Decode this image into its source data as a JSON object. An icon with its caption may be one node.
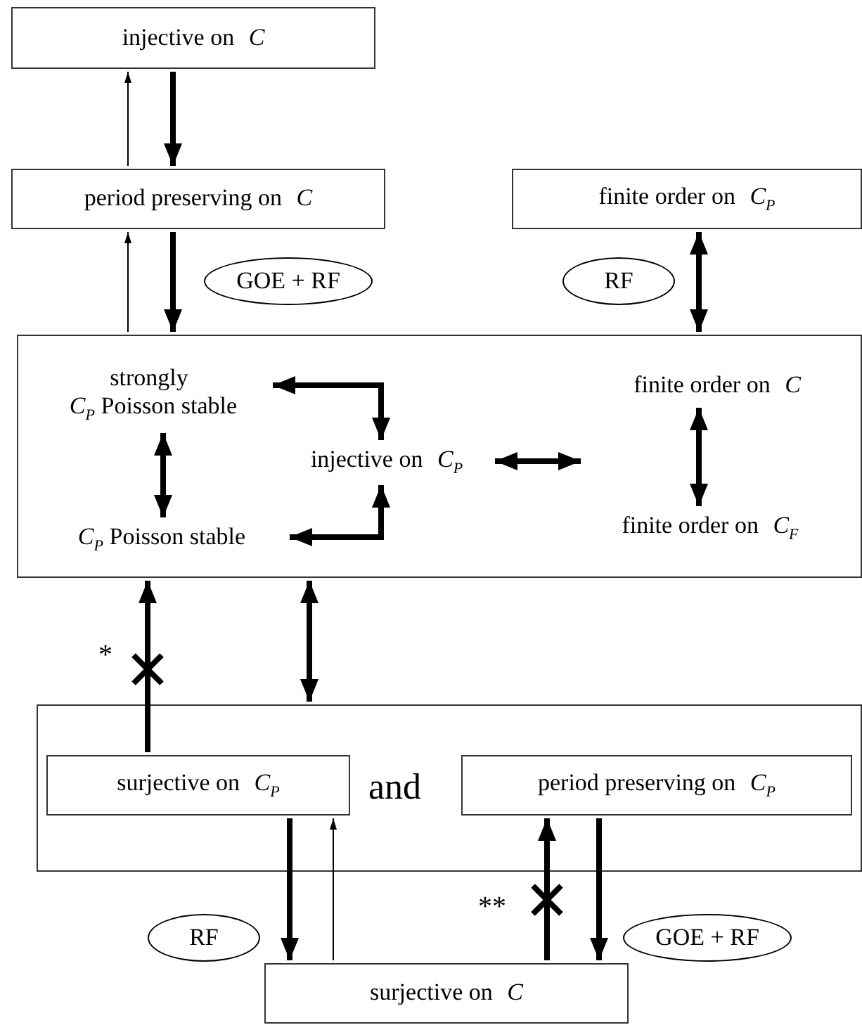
{
  "diagram": {
    "nodes": [
      {
        "text": [
          "injective on *C*"
        ]
      },
      {
        "text": [
          "period preserving on *C*"
        ]
      },
      {
        "text": [
          "finite order on *C*$_{P}$"
        ]
      },
      {
        "text": [],
        "shape": "box"
      },
      {
        "text": [
          "strongly",
          "*C*$_{P}$ Poisson stable"
        ],
        "in": 3
      },
      {
        "text": [
          "*C*$_{P}$ Poisson stable"
        ],
        "in": 3
      },
      {
        "text": [
          "injective on *C*$_{P}$"
        ],
        "in": 3
      },
      {
        "text": [
          "finite order on *C*"
        ],
        "in": 3
      },
      {
        "text": [
          "finite order on *C*$_{F}$"
        ],
        "in": 3
      },
      {
        "text": [],
        "shape": "box"
      },
      {
        "text": [
          "surjective on *C*$_{P}$"
        ],
        "in": 9
      },
      {
        "text": [
          "period preserving on *C*$_{P}$"
        ],
        "in": 9
      },
      {
        "text": [
          "surjective on *C*"
        ]
      }
    ],
    "edges": [
      {
        "from": 1,
        "to": 0,
        "arrow": "to"
      },
      {
        "from": 0,
        "to": 1,
        "arrow": "to"
      },
      {
        "from": 3,
        "to": 1,
        "arrow": "to"
      },
      {
        "from": 1,
        "to": 3,
        "arrow": "to",
        "label": "GOE + RF"
      },
      {
        "from": 2,
        "to": 3,
        "arrow": "both",
        "label": "RF"
      },
      {
        "from": 4,
        "to": 6,
        "arrow": "both"
      },
      {
        "from": 4,
        "to": 5,
        "arrow": "both"
      },
      {
        "from": 5,
        "to": 6,
        "arrow": "both"
      },
      {
        "from": 6,
        "to": 8,
        "arrow": "both"
      },
      {
        "from": 7,
        "to": 8,
        "arrow": "both"
      },
      {
        "from": 10,
        "to": 3,
        "arrow": "to",
        "label": "*"
      },
      {
        "from": 9,
        "to": 3,
        "arrow": "both"
      },
      {
        "from": 10,
        "to": 12,
        "arrow": "to",
        "label": "RF"
      },
      {
        "from": 12,
        "to": 10,
        "arrow": "to"
      },
      {
        "from": 12,
        "to": 11,
        "arrow": "to",
        "label": "**"
      },
      {
        "from": 11,
        "to": 12,
        "arrow": "to",
        "label": "GOE + RF"
      }
    ],
    "labels": [
      "and"
    ]
  }
}
